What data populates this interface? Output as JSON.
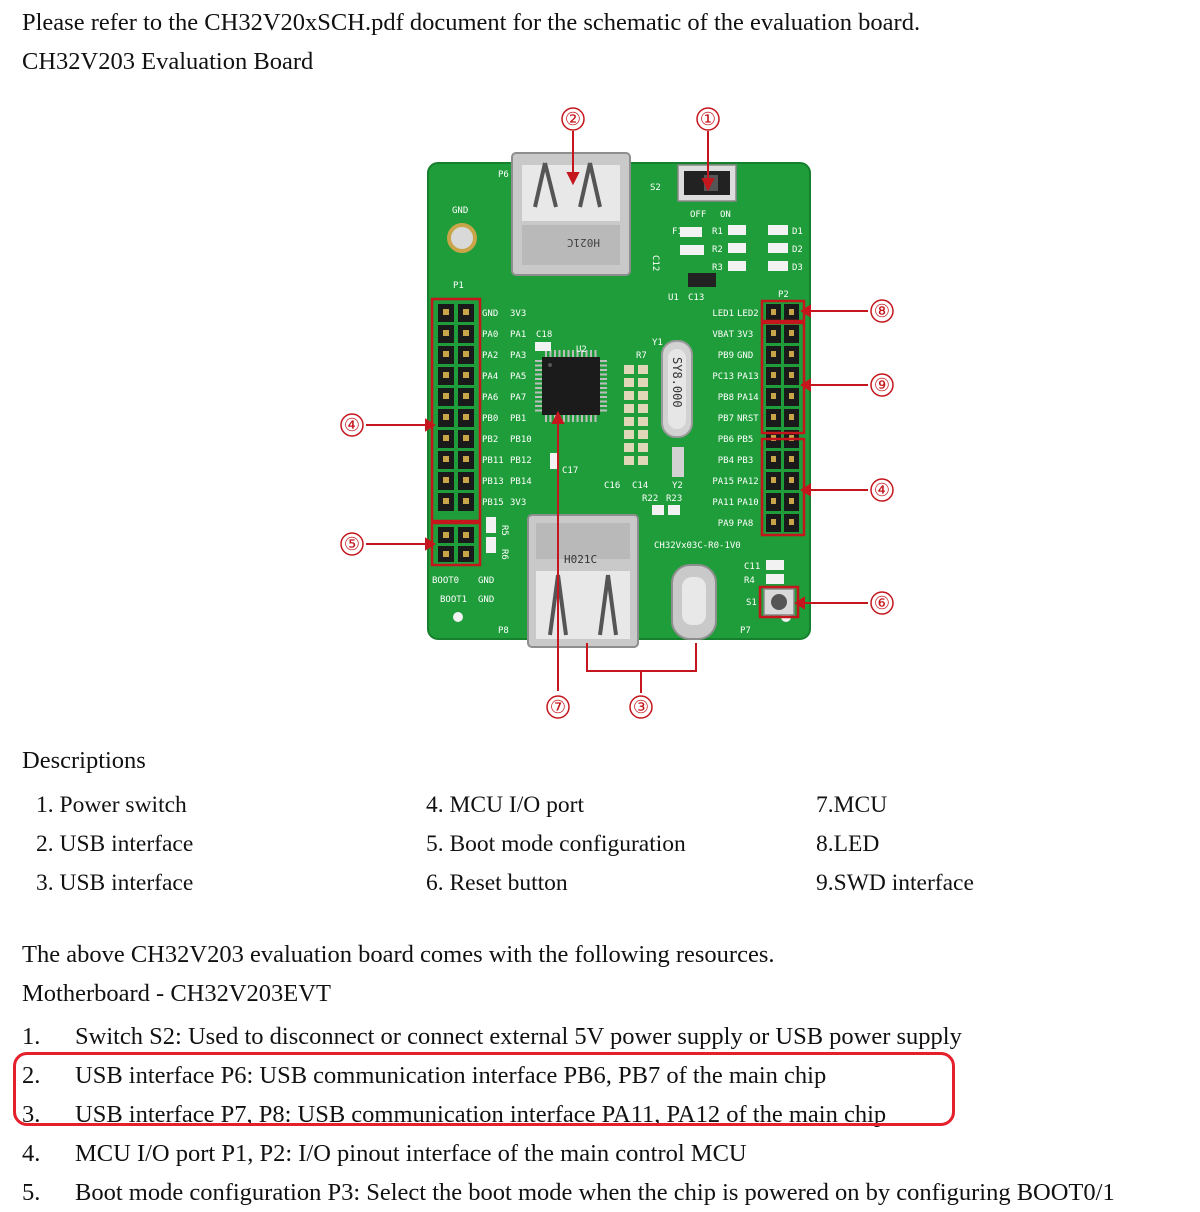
{
  "intro": {
    "line1": "Please refer to the CH32V20xSCH.pdf document for the schematic of the evaluation board.",
    "line2": "CH32V203 Evaluation Board"
  },
  "figure": {
    "callouts": [
      "①",
      "②",
      "③",
      "④",
      "⑤",
      "⑥",
      "⑦",
      "⑧",
      "⑨"
    ],
    "silkscreen": {
      "p6": "P6",
      "p8": "P8",
      "p7": "P7",
      "p1": "P1",
      "p2": "P2",
      "s2": "S2",
      "s1": "S1",
      "gnd": "GND",
      "off": "OFF",
      "on": "ON",
      "u2": "U2",
      "y1": "Y1",
      "y2": "Y2",
      "crystal": "SY8.000",
      "board_name": "CH32Vx03C-R0-1V0",
      "usb_mark": "H021C",
      "f1": "F1",
      "c12": "C12",
      "u1": "U1",
      "c13": "C13",
      "r1": "R1",
      "r2": "R2",
      "r3": "R3",
      "d1": "D1",
      "d2": "D2",
      "d3": "D3",
      "c18": "C18",
      "c17": "C17",
      "c16": "C16",
      "c14": "C14",
      "r7": "R7",
      "r22": "R22",
      "r23": "R23",
      "c11": "C11",
      "r4": "R4",
      "r5": "R5",
      "r6": "R6",
      "boot0": "BOOT0",
      "boot1": "BOOT1",
      "left_pins": [
        "GND",
        "PA0",
        "PA2",
        "PA4",
        "PA6",
        "PB0",
        "PB2",
        "PB11",
        "PB13",
        "PB15"
      ],
      "left_pins2": [
        "3V3",
        "PA1",
        "PA3",
        "PA5",
        "PA7",
        "PB1",
        "PB10",
        "PB12",
        "PB14",
        "3V3"
      ],
      "right_pins": [
        "LED1",
        "VBAT",
        "PB9",
        "PC13",
        "PB8",
        "PB7",
        "PB6",
        "PB4",
        "PA15",
        "PA11",
        "PA9"
      ],
      "right_pins2": [
        "LED2",
        "3V3",
        "GND",
        "PA13",
        "PA14",
        "NRST",
        "PB5",
        "PB3",
        "PA12",
        "PA10",
        "PA8"
      ]
    },
    "colors": {
      "board": "#1f9d3a",
      "callout": "#c4161c",
      "highlight": "#e3202b"
    }
  },
  "descriptions": {
    "heading": "Descriptions",
    "col1": [
      "1. Power switch",
      "2. USB interface",
      "3. USB interface"
    ],
    "col2": [
      "4. MCU I/O port",
      "5. Boot mode configuration",
      "6. Reset button"
    ],
    "col3": [
      "7.MCU",
      "8.LED",
      "9.SWD interface"
    ]
  },
  "resources": {
    "line1": "The above CH32V203 evaluation board comes with the following resources.",
    "line2": "Motherboard - CH32V203EVT",
    "items": [
      {
        "num": "1.",
        "text": "Switch S2: Used to disconnect or connect external 5V power supply or USB power supply"
      },
      {
        "num": "2.",
        "text": "USB interface P6: USB communication interface PB6, PB7 of the main chip"
      },
      {
        "num": "3.",
        "text": "USB interface P7, P8: USB communication interface PA11, PA12 of the main chip"
      },
      {
        "num": "4.",
        "text": "MCU I/O port P1, P2: I/O pinout interface of the main control MCU"
      },
      {
        "num": "5.",
        "text": "Boot mode configuration P3: Select the boot mode when the chip is powered on by configuring BOOT0/1"
      }
    ]
  }
}
